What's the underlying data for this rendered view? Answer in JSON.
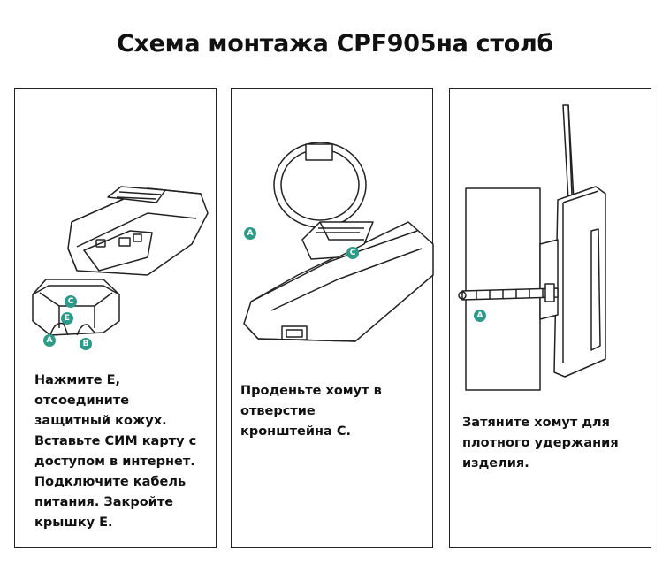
{
  "title": "Схема монтажа CPF905на столб",
  "title_parts": [
    "Схема монтажа CPF905",
    "на столб"
  ],
  "colors": {
    "marker": "#2e9a8a",
    "line": "#222222",
    "text": "#111111"
  },
  "panels": [
    {
      "markers": [
        "C",
        "E",
        "A",
        "B"
      ],
      "caption_lines": [
        "Нажмите E,",
        "отсоедините",
        "защитный кожух.",
        "Вставьте СИМ карту с",
        "доступом в интернет.",
        "Подключите кабель",
        "питания. Закройте",
        "крышку E."
      ]
    },
    {
      "markers": [
        "A",
        "C"
      ],
      "caption_lines": [
        "Проденьте хомут в",
        "отверстие",
        "кронштейна C."
      ]
    },
    {
      "markers": [
        "A"
      ],
      "caption_lines": [
        "Затяните хомут для",
        "плотного удержания",
        "изделия."
      ]
    }
  ]
}
